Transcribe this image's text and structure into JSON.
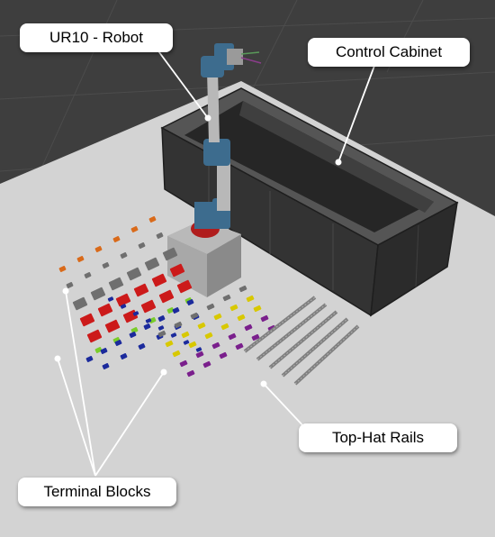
{
  "labels": {
    "robot": "UR10 - Robot",
    "cabinet": "Control Cabinet",
    "rails": "Top-Hat Rails",
    "terminal_blocks": "Terminal Blocks"
  },
  "colors": {
    "background": "#3e3e3e",
    "floor": "#d3d3d3",
    "cabinet": "#353535",
    "robot_arm": "#b8b8b8",
    "robot_joint": "#3d6c8e",
    "terminal_red": "#cc1a1a",
    "terminal_yellow": "#d8c800",
    "terminal_blue": "#1b2a9c",
    "terminal_purple": "#7a1f8c",
    "terminal_orange": "#d96a1a",
    "terminal_green": "#7acc2a",
    "terminal_gray": "#6f6f6f",
    "rail": "#808080"
  }
}
